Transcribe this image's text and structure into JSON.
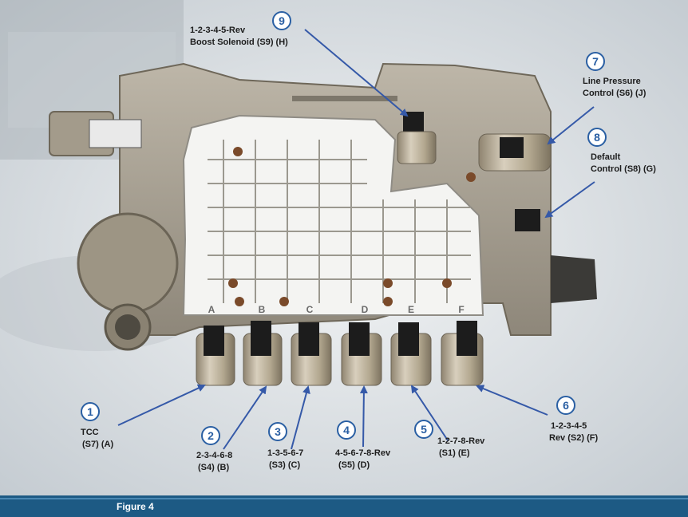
{
  "figure_label": "Figure 4",
  "valve_letters": [
    "A",
    "B",
    "C",
    "D",
    "E",
    "F"
  ],
  "callouts": [
    {
      "number": "1",
      "lines": [
        "TCC",
        "(S7) (A)"
      ]
    },
    {
      "number": "2",
      "lines": [
        "2-3-4-6-8",
        "(S4) (B)"
      ]
    },
    {
      "number": "3",
      "lines": [
        "1-3-5-6-7",
        "(S3) (C)"
      ]
    },
    {
      "number": "4",
      "lines": [
        "4-5-6-7-8-Rev",
        "(S5) (D)"
      ]
    },
    {
      "number": "5",
      "lines": [
        "1-2-7-8-Rev",
        "(S1) (E)"
      ]
    },
    {
      "number": "6",
      "lines": [
        "1-2-3-4-5",
        "Rev (S2) (F)"
      ]
    },
    {
      "number": "7",
      "lines": [
        "Line Pressure",
        "Control (S6) (J)"
      ]
    },
    {
      "number": "8",
      "lines": [
        "Default",
        "Control (S8) (G)"
      ]
    },
    {
      "number": "9",
      "lines": [
        "1-2-3-4-5-Rev",
        "Boost Solenoid  (S9) (H)"
      ]
    }
  ],
  "colors": {
    "arrow": "#3559a8",
    "badge": "#2a5fa3",
    "footer": "#1d5a84",
    "casting": "#a9a193",
    "plate": "#f4f4f2",
    "solenoid": "#b5ab97"
  }
}
